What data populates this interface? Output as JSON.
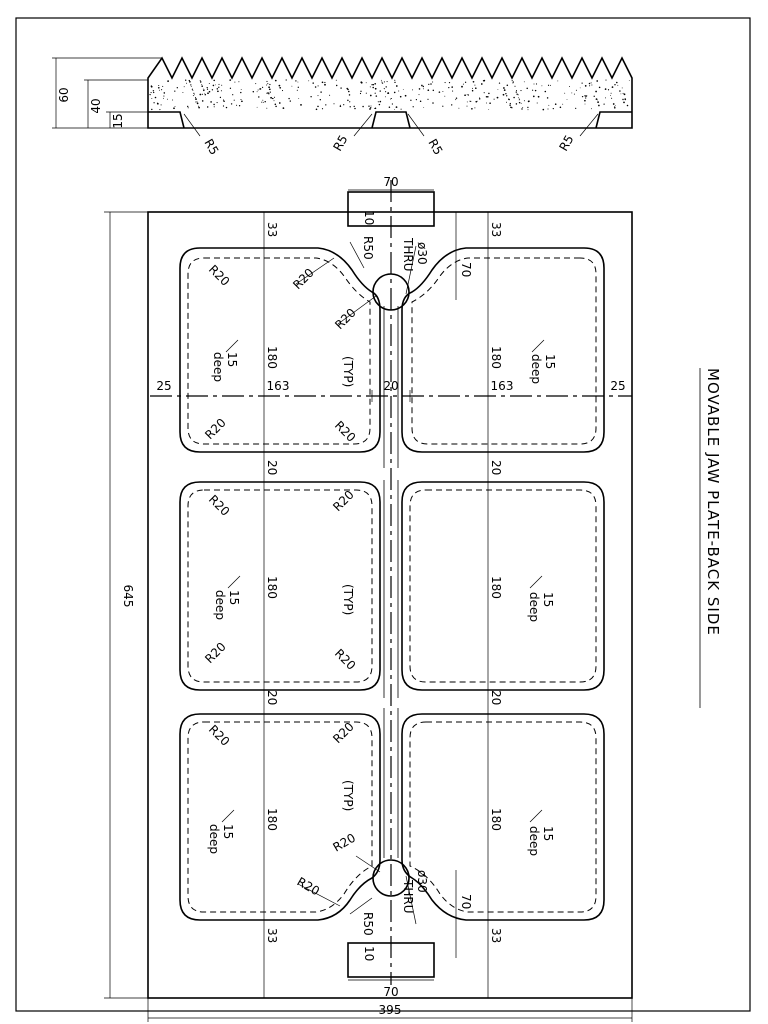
{
  "title": "MOVABLE JAW PLATE-BACK SIDE",
  "side_view": {
    "dims": {
      "total_height": "60",
      "body_height": "40",
      "groove_depth": "15"
    },
    "radius_labels": [
      "R5",
      "R5",
      "R5",
      "R5"
    ]
  },
  "plan": {
    "overall_height": "645",
    "overall_width": "395",
    "slot_width_top": "70",
    "slot_width_bottom": "70",
    "slot_offset_top": "10",
    "slot_offset_bottom": "10",
    "hole_top": {
      "diameter": "ø30",
      "note": "THRU",
      "radius": "R50",
      "slot_dim": "70"
    },
    "hole_bottom": {
      "diameter": "ø30",
      "note": "THRU",
      "radius": "R50",
      "slot_dim": "70"
    },
    "edge_margin_top_left": "33",
    "edge_margin_top_right": "33",
    "edge_margin_bottom_left": "33",
    "edge_margin_bottom_right": "33",
    "pocket_width_left": "163",
    "pocket_width_right": "163",
    "side_margin_left": "25",
    "side_margin_right": "25",
    "web_width": "20",
    "web_gap_1_left": "20",
    "web_gap_1_right": "20",
    "web_gap_2_left": "20",
    "web_gap_2_right": "20",
    "pocket_height": "180",
    "typ": "(TYP)",
    "depth_value": "15",
    "depth_note": "deep",
    "corner_radius": "R20"
  }
}
